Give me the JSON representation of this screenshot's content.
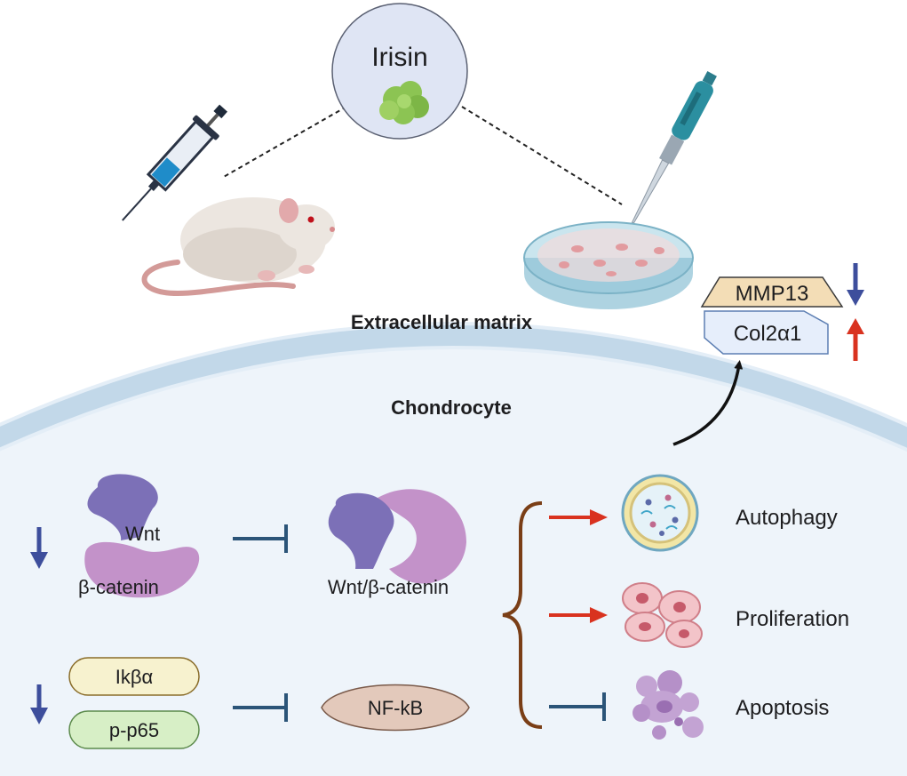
{
  "irisin": {
    "label": "Irisin"
  },
  "regions": {
    "extracellular": "Extracellular matrix",
    "cell": "Chondrocyte"
  },
  "markers": {
    "mmp13": "MMP13",
    "col2a1": "Col2α1"
  },
  "pathway": {
    "wnt": "Wnt",
    "beta_catenin": "β-catenin",
    "complex": "Wnt/β-catenin",
    "ikba": "Ikβα",
    "p65": "p-p65",
    "nfkb": "NF-kB"
  },
  "outcomes": {
    "autophagy": "Autophagy",
    "proliferation": "Proliferation",
    "apoptosis": "Apoptosis"
  },
  "colors": {
    "up_arrow": "#d9321f",
    "down_arrow": "#3d4e9c",
    "inhibit": "#2b5478",
    "brace": "#7a3e16",
    "membrane": "#b9d3e6",
    "cell_fill": "#eef4fa",
    "wnt": "#7c70b7",
    "beta_catenin": "#c392c9",
    "nfkb": "#e3c9bb",
    "ikba": "#f7f2cf",
    "p65": "#d7efc6"
  },
  "icons": [
    "syringe-icon",
    "mouse-icon",
    "irisin-protein-icon",
    "pipette-icon",
    "petri-dish-icon",
    "autophagosome-icon",
    "proliferating-cells-icon",
    "apoptotic-cells-icon"
  ]
}
